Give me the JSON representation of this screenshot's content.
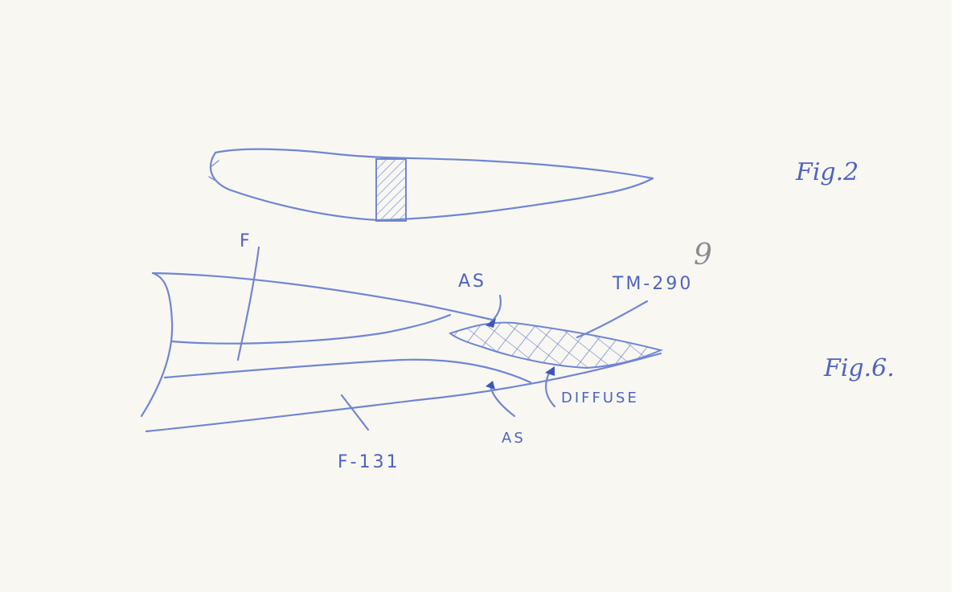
{
  "figures": {
    "fig2": {
      "label": "Fig.2"
    },
    "fig6": {
      "label": "Fig.6.",
      "labels": {
        "f": "F",
        "as_top": "AS",
        "tm": "TM-290",
        "diffuse": "DIFFUSE",
        "as_bottom": "AS",
        "specimen": "F-131"
      }
    }
  },
  "page_number": "9",
  "colors": {
    "ink": "#6f86d4",
    "paper": "#f9f7f2"
  }
}
